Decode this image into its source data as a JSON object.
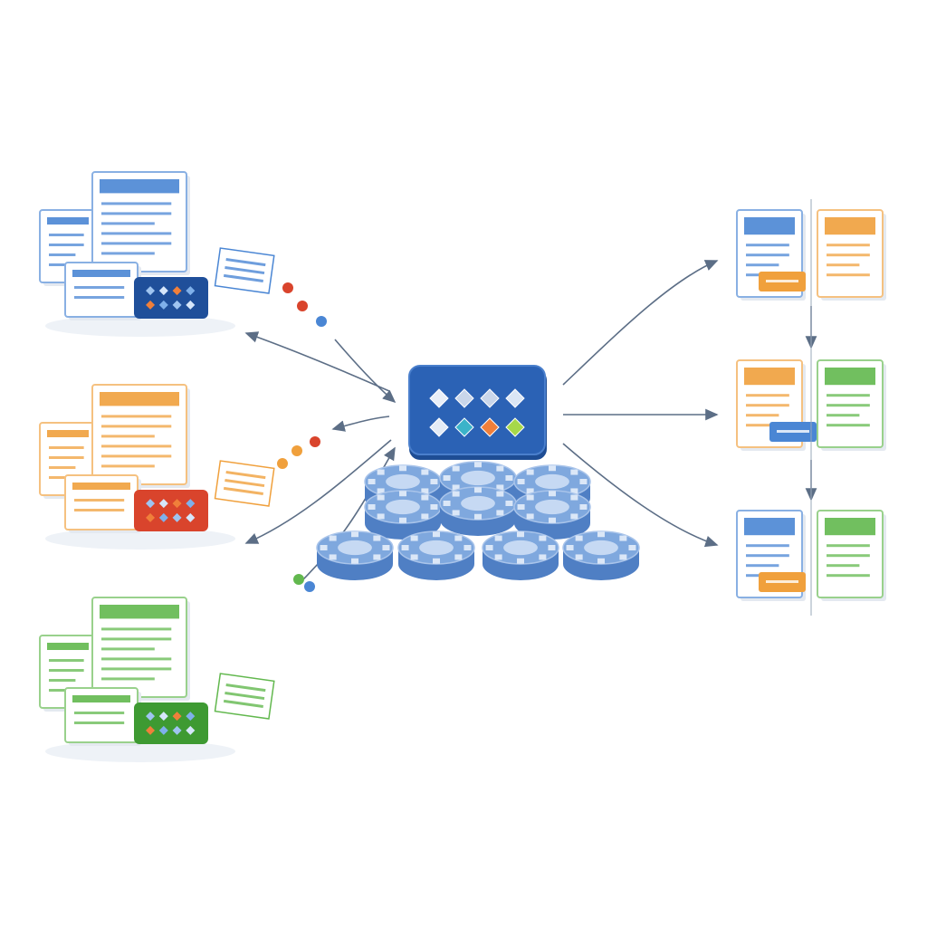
{
  "colors": {
    "blue": "#4a86d4",
    "blue_light": "#a9c8ee",
    "blue_dark": "#1f4f9a",
    "orange": "#f0a03c",
    "orange_light": "#f8d29c",
    "red": "#d9442c",
    "green": "#62b84e",
    "green_light": "#b9e0aa",
    "green_dark": "#3e9a32",
    "teal": "#3bb3c9",
    "lime": "#a6d84a",
    "arrow": "#5c6e86",
    "disk": "#7fa8de",
    "disk_dark": "#4f7fc4"
  },
  "sources": [
    {
      "color_key": "blue",
      "badge_key": "blue_dark",
      "icon": "document-stack-icon"
    },
    {
      "color_key": "orange",
      "badge_key": "red",
      "icon": "document-stack-icon"
    },
    {
      "color_key": "green",
      "badge_key": "green_dark",
      "icon": "document-stack-icon"
    }
  ],
  "hub": {
    "icon": "gear-cluster-icon",
    "panel_icon": "cube-grid-icon"
  },
  "outputs": [
    {
      "left_key": "blue",
      "right_key": "orange",
      "tag_key": "orange"
    },
    {
      "left_key": "orange",
      "right_key": "green",
      "tag_key": "blue"
    },
    {
      "left_key": "blue",
      "right_key": "green",
      "tag_key": "orange"
    }
  ]
}
